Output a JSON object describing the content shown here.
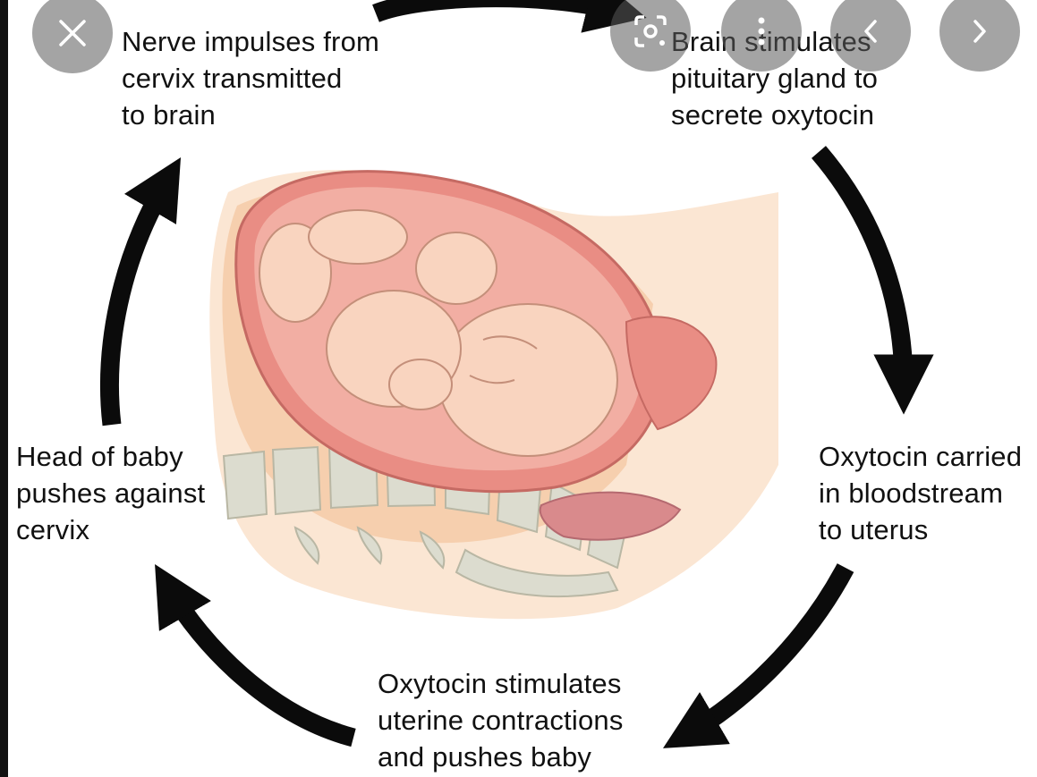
{
  "steps": [
    {
      "id": "nerve",
      "lines": [
        "Nerve impulses from",
        "cervix transmitted",
        "to brain"
      ]
    },
    {
      "id": "brain",
      "lines": [
        "Brain stimulates",
        "pituitary gland to",
        "secrete oxytocin"
      ]
    },
    {
      "id": "blood",
      "lines": [
        "Oxytocin carried",
        "in bloodstream",
        "to uterus"
      ]
    },
    {
      "id": "uterus",
      "lines": [
        "Oxytocin stimulates",
        "uterine contractions",
        "and pushes baby"
      ]
    },
    {
      "id": "head",
      "lines": [
        "Head of baby",
        "pushes against",
        "cervix"
      ]
    }
  ],
  "controls": {
    "close_icon": "close-icon",
    "lens_icon": "lens-search-icon",
    "more_icon": "more-vertical-icon",
    "prev_icon": "chevron-left-icon",
    "next_icon": "chevron-right-icon"
  },
  "colors": {
    "arrow": "#0b0b0b",
    "skin": "#f9d9bf",
    "uterus": "#e98d84",
    "spine": "#d8d8cc",
    "control_bg": "#5a5a5a"
  }
}
